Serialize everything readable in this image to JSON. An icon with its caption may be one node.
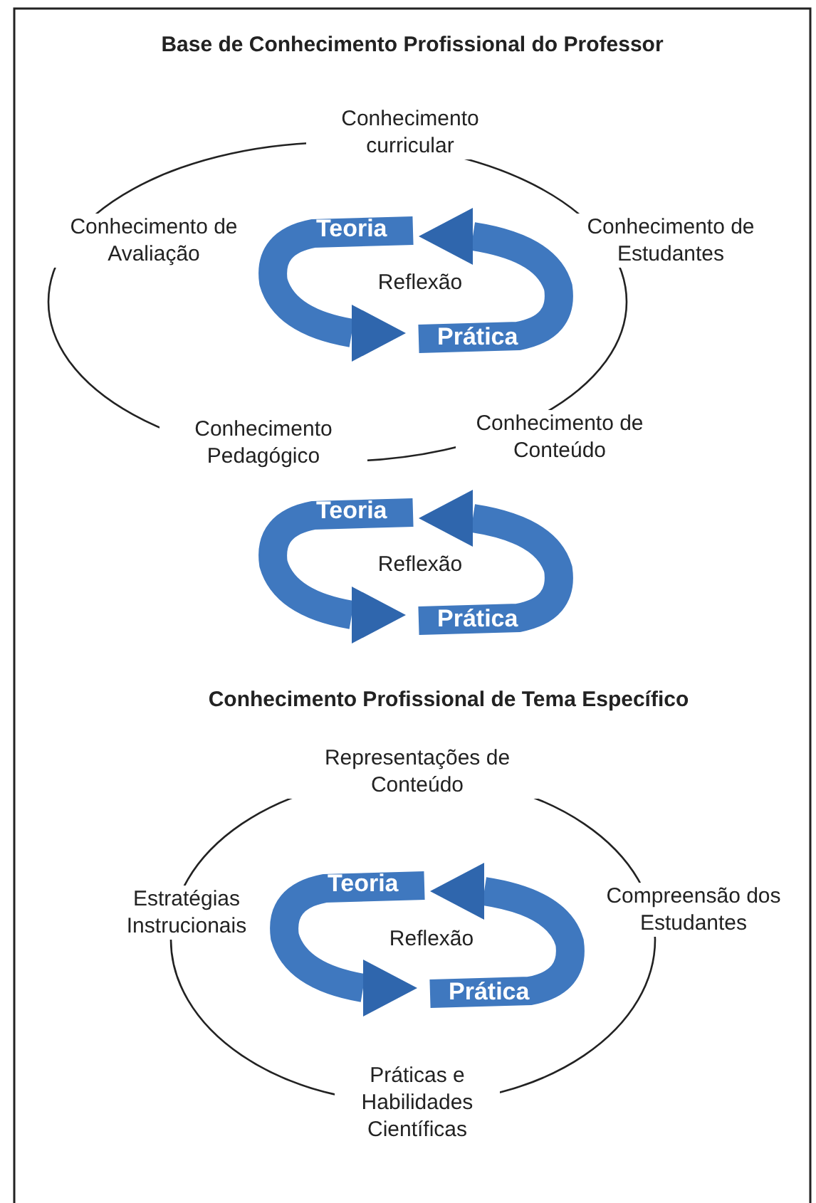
{
  "diagram": {
    "title": "Base de Conhecimento Profissional do Professor",
    "nodes": [
      {
        "text": [
          "Teoria"
        ]
      },
      {
        "text": [
          "Prática"
        ]
      },
      {
        "text": [
          "Teoria"
        ]
      },
      {
        "text": [
          "Prática"
        ]
      },
      {
        "text": [
          "Teoria"
        ]
      },
      {
        "text": [
          "Prática"
        ]
      }
    ],
    "labels": [
      "Conhecimento curricular",
      "Conhecimento de Avaliação",
      "Conhecimento de Estudantes",
      "Reflexão",
      "Conhecimento Pedagógico",
      "Conhecimento de Conteúdo",
      "Reflexão",
      "Conhecimento Profissional de Tema Específico",
      "Representações de Conteúdo",
      "Estratégias Instrucionais",
      "Compreensão dos Estudantes",
      "Reflexão",
      "Práticas e Habilidades Científicas"
    ]
  }
}
